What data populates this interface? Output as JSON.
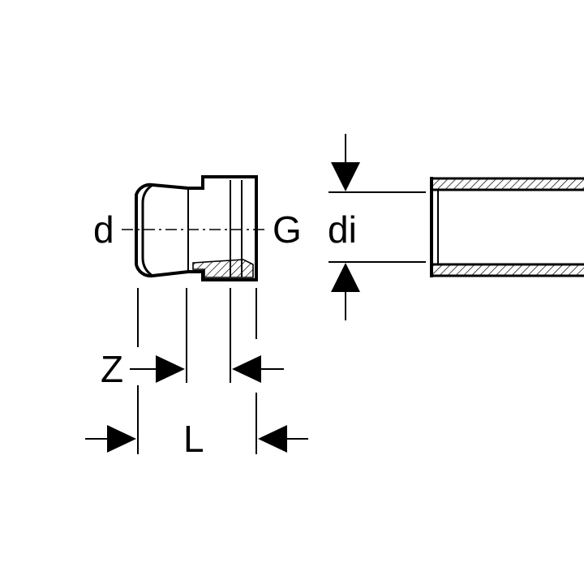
{
  "labels": {
    "d": "d",
    "G": "G",
    "di": "di",
    "Z": "Z",
    "L": "L"
  }
}
